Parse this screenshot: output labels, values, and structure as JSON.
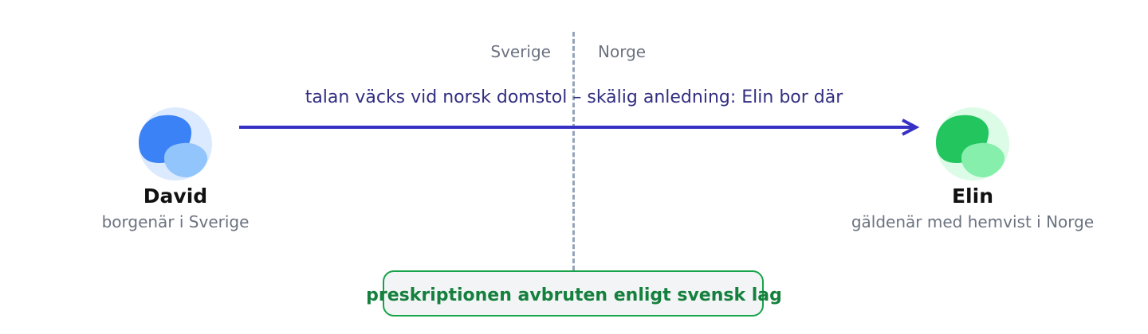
{
  "countries": {
    "left": "Sverige",
    "right": "Norge"
  },
  "arrow": {
    "label": "talan väcks vid norsk domstol – skälig anledning: Elin bor där",
    "color": "#3730c4"
  },
  "parties": {
    "creditor": {
      "name": "David",
      "role": "borgenär i Sverige",
      "icon": "person-icon",
      "colors": {
        "bg": "#dbeafe",
        "dark": "#3b82f6",
        "light": "#93c5fd"
      }
    },
    "debtor": {
      "name": "Elin",
      "role": "gäldenär med hemvist i Norge",
      "icon": "person-icon",
      "colors": {
        "bg": "#dcfce7",
        "dark": "#22c55e",
        "light": "#86efac"
      }
    }
  },
  "result": {
    "text": "preskriptionen avbruten enligt svensk lag",
    "border_color": "#16a34a",
    "text_color": "#15803d"
  },
  "colors": {
    "border_line": "#94a3b8",
    "country_text": "#6b7280"
  }
}
